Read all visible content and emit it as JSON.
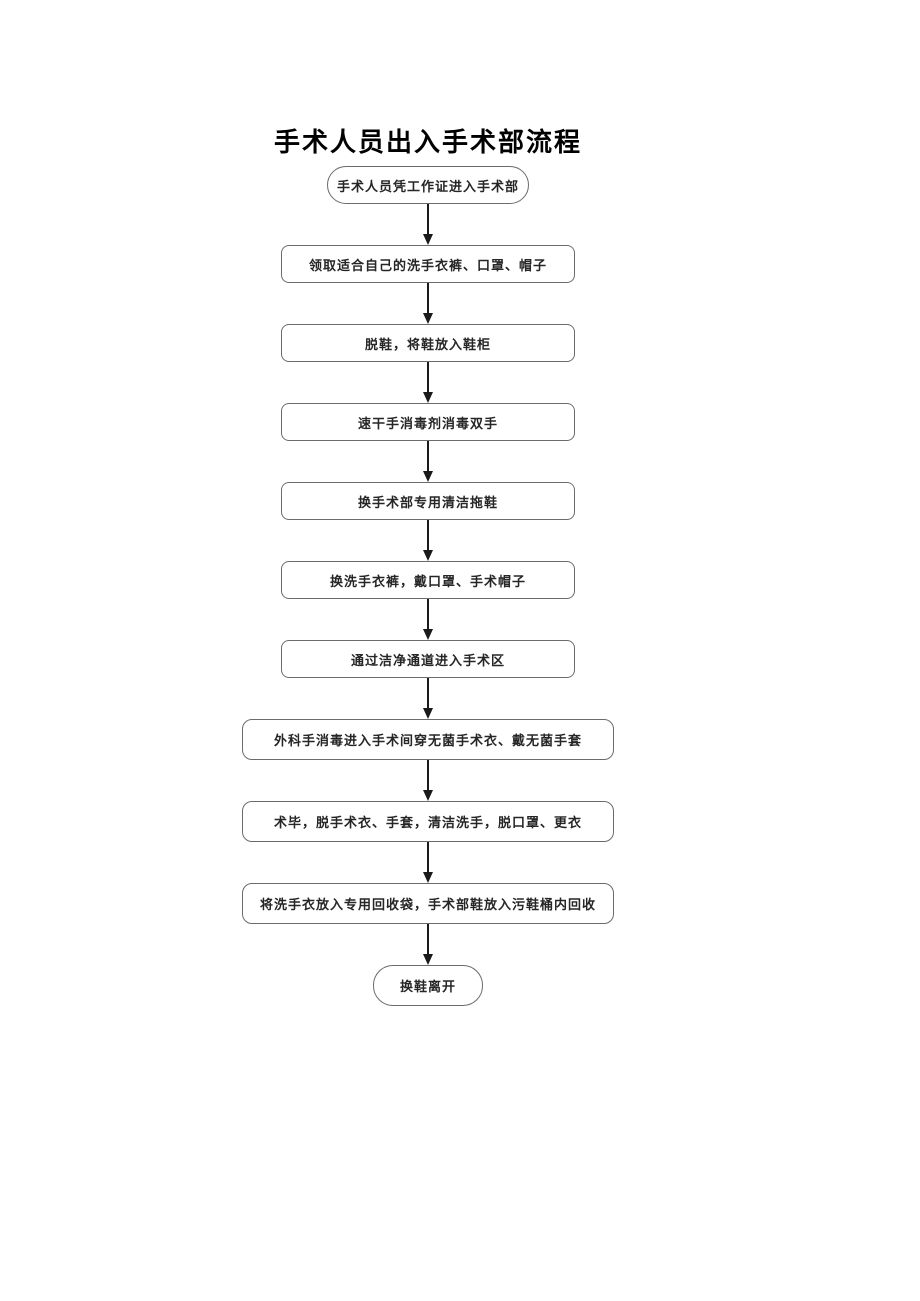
{
  "page": {
    "title": "手术人员出入手术部流程"
  },
  "flowchart": {
    "nodes": [
      {
        "shape": "terminator",
        "size": "start",
        "label": "手术人员凭工作证进入手术部"
      },
      {
        "shape": "process",
        "size": "normal",
        "label": "领取适合自己的洗手衣裤、口罩、帽子"
      },
      {
        "shape": "process",
        "size": "normal",
        "label": "脱鞋，将鞋放入鞋柜"
      },
      {
        "shape": "process",
        "size": "normal",
        "label": "速干手消毒剂消毒双手"
      },
      {
        "shape": "process",
        "size": "normal",
        "label": "换手术部专用清洁拖鞋"
      },
      {
        "shape": "process",
        "size": "normal",
        "label": "换洗手衣裤，戴口罩、手术帽子"
      },
      {
        "shape": "process",
        "size": "normal",
        "label": "通过洁净通道进入手术区"
      },
      {
        "shape": "process",
        "size": "wide",
        "label": "外科手消毒进入手术间穿无菌手术衣、戴无菌手套"
      },
      {
        "shape": "process",
        "size": "wide",
        "label": "术毕，脱手术衣、手套，清洁洗手，脱口罩、更衣"
      },
      {
        "shape": "process",
        "size": "wide",
        "label": "将洗手衣放入专用回收袋，手术部鞋放入污鞋桶内回收"
      },
      {
        "shape": "terminator",
        "size": "end",
        "label": "换鞋离开"
      }
    ],
    "connector": "arrow-down"
  },
  "colors": {
    "border": "#6b6b6b",
    "text": "#262626",
    "arrow": "#1a1a1a",
    "background": "#ffffff"
  }
}
